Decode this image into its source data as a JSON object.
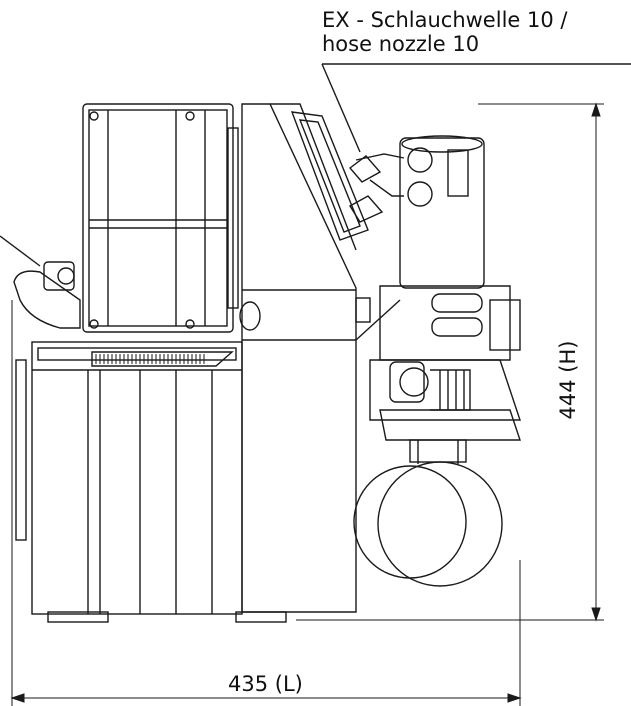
{
  "callout": {
    "line1": "EX - Schlauchwelle 10 /",
    "line2": "hose nozzle 10"
  },
  "dimensions": {
    "length_label": "435 (L)",
    "height_label": "444 (H)"
  },
  "colors": {
    "line": "#1a1a1a",
    "background": "#ffffff"
  }
}
